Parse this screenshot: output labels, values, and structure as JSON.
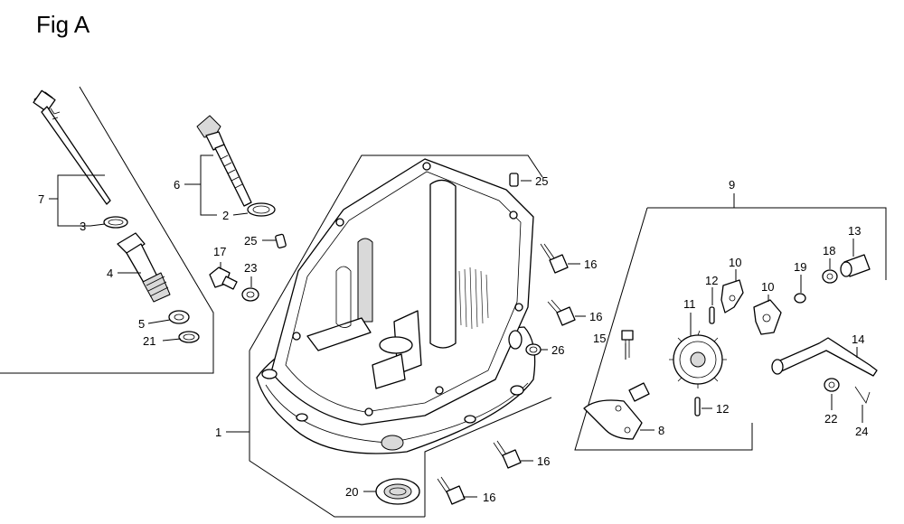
{
  "figure": {
    "title": "Fig A"
  },
  "callouts": {
    "c1": "1",
    "c2": "2",
    "c3": "3",
    "c4": "4",
    "c5": "5",
    "c6": "6",
    "c7": "7",
    "c8": "8",
    "c9": "9",
    "c10a": "10",
    "c10b": "10",
    "c11": "11",
    "c12a": "12",
    "c12b": "12",
    "c13": "13",
    "c14": "14",
    "c15": "15",
    "c16a": "16",
    "c16b": "16",
    "c16c": "16",
    "c16d": "16",
    "c17": "17",
    "c18": "18",
    "c19": "19",
    "c20": "20",
    "c21": "21",
    "c22": "22",
    "c23": "23",
    "c24": "24",
    "c25a": "25",
    "c25b": "25",
    "c26": "26"
  }
}
